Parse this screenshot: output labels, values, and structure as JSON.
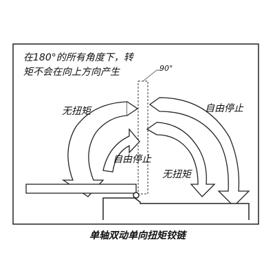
{
  "note": {
    "line1": "在180°的所有角度下，转",
    "line2": "矩不会在向上方向产生"
  },
  "labels": {
    "angle": "90°",
    "no_torque_left": "无扭矩",
    "free_stop_right": "自由停止",
    "free_stop_center": "自由停止",
    "no_torque_right": "无扭矩"
  },
  "caption": "单轴双动单向扭矩铰链",
  "colors": {
    "outline": "#222222",
    "arrow_fill": "#ffffff",
    "text": "#111111"
  }
}
